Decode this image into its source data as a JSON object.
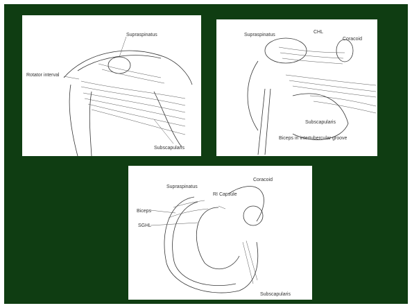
{
  "panels": {
    "top_left": {
      "labels": {
        "supraspinatus": "Supraspinatus",
        "rotator_interval": "Rotator interval",
        "subscapularis": "Subscapularis"
      }
    },
    "top_right": {
      "labels": {
        "supraspinatus": "Supraspinatus",
        "chl": "CHL",
        "coracoid": "Coracoid",
        "subscapularis": "Subscapularis",
        "biceps": "Biceps in intertubercular groove"
      }
    },
    "bottom": {
      "labels": {
        "supraspinatus": "Supraspinatus",
        "ri_capsule": "RI Capsule",
        "coracoid": "Coracoid",
        "biceps": "Biceps",
        "sghl": "SGHL",
        "subscapularis": "Subscapularis"
      }
    }
  }
}
